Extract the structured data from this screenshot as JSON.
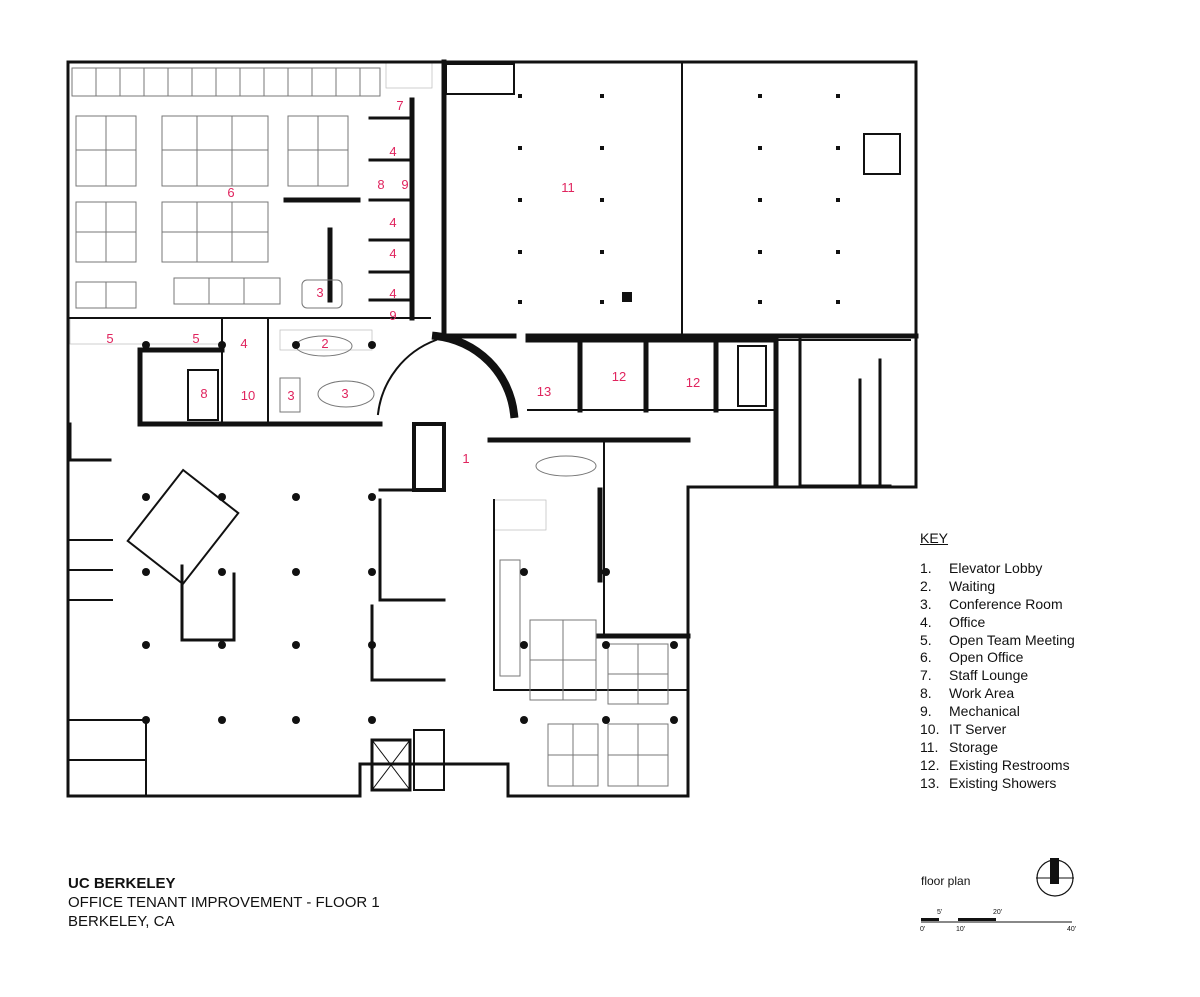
{
  "rooms": [
    {
      "num": "1"
    },
    {
      "num": "2"
    },
    {
      "num": "3"
    },
    {
      "num": "3"
    },
    {
      "num": "3"
    },
    {
      "num": "4"
    },
    {
      "num": "4"
    },
    {
      "num": "4"
    },
    {
      "num": "4"
    },
    {
      "num": "4"
    },
    {
      "num": "5"
    },
    {
      "num": "5"
    },
    {
      "num": "6"
    },
    {
      "num": "7"
    },
    {
      "num": "8"
    },
    {
      "num": "8"
    },
    {
      "num": "9"
    },
    {
      "num": "9"
    },
    {
      "num": "10"
    },
    {
      "num": "11"
    },
    {
      "num": "12"
    },
    {
      "num": "12"
    },
    {
      "num": "13"
    }
  ],
  "key": {
    "title": "KEY",
    "items": [
      {
        "num": "1.",
        "label": "Elevator Lobby"
      },
      {
        "num": "2.",
        "label": "Waiting"
      },
      {
        "num": "3.",
        "label": "Conference Room"
      },
      {
        "num": "4.",
        "label": "Office"
      },
      {
        "num": "5.",
        "label": "Open Team Meeting"
      },
      {
        "num": "6.",
        "label": "Open Office"
      },
      {
        "num": "7.",
        "label": "Staff Lounge"
      },
      {
        "num": "8.",
        "label": "Work Area"
      },
      {
        "num": "9.",
        "label": "Mechanical"
      },
      {
        "num": "10.",
        "label": "IT Server"
      },
      {
        "num": "11.",
        "label": "Storage"
      },
      {
        "num": "12.",
        "label": "Existing Restrooms"
      },
      {
        "num": "13.",
        "label": "Existing Showers"
      }
    ]
  },
  "title_block": {
    "client": "UC BERKELEY",
    "project": "OFFICE TENANT IMPROVEMENT - FLOOR 1",
    "location": "BERKELEY, CA"
  },
  "caption": "floor plan",
  "scale": {
    "ticks": [
      "0'",
      "5'",
      "10'",
      "20'",
      "40'"
    ]
  },
  "colors": {
    "label": "#e0245e",
    "wall": "#111111"
  }
}
